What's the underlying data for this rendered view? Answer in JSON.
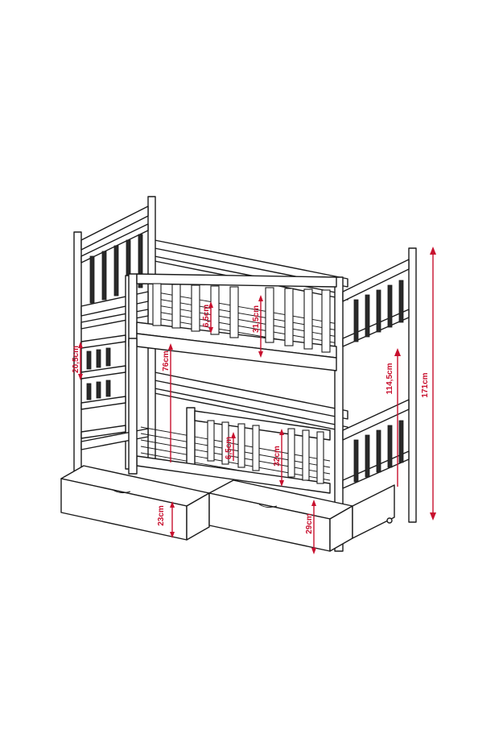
{
  "dimensions": {
    "total_height": "171cm",
    "upper_bed_height": "114,5cm",
    "upper_rail_gap": "6,5cm",
    "upper_rail_height": "31,5cm",
    "lower_clearance": "76cm",
    "ladder_step": "20,5cm",
    "lower_rail_gap": "6,5cm",
    "lower_rail_height": "32cm",
    "drawer_left_height": "23cm",
    "drawer_right_height": "29cm"
  },
  "colors": {
    "line": "#1a1a1a",
    "dimension": "#c8102e"
  }
}
